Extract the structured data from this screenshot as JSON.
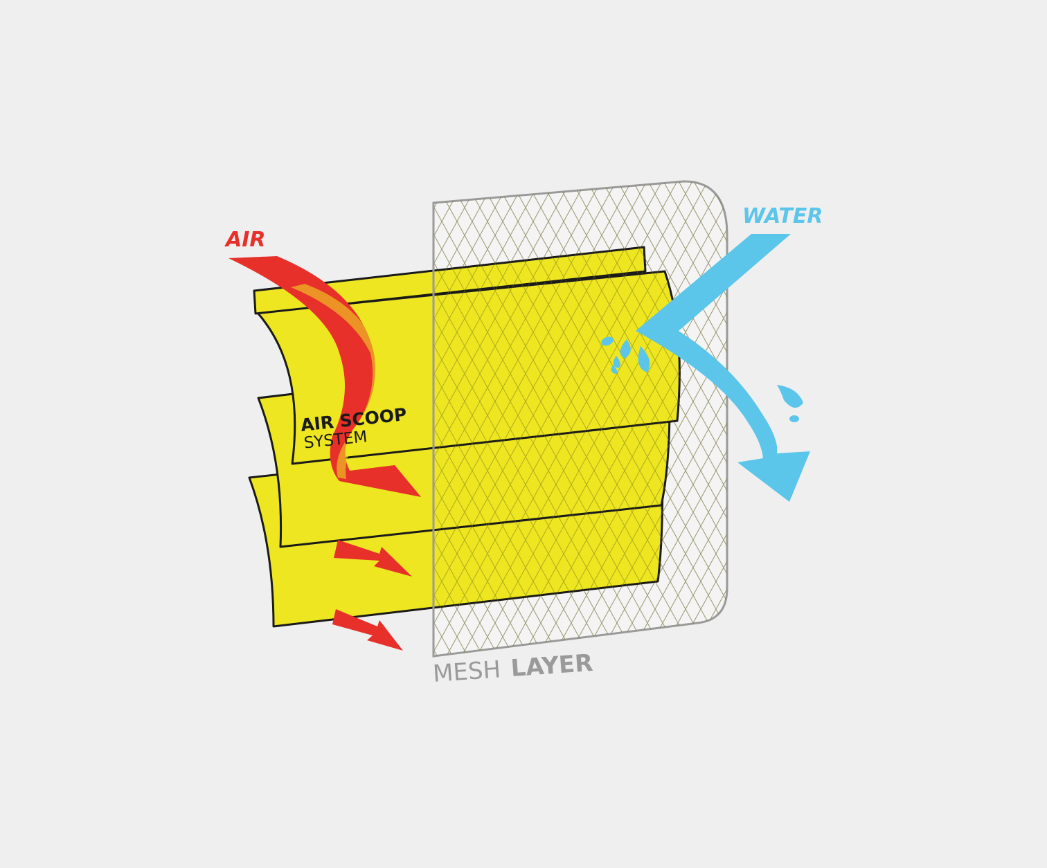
{
  "labels": {
    "air": "AIR",
    "water": "WATER",
    "scoop_line1": "AIR SCOOP",
    "scoop_line2": "SYSTEM",
    "mesh_light": "MESH",
    "mesh_bold": "LAYER"
  },
  "colors": {
    "background": "#efefef",
    "air": "#e8302a",
    "water": "#5bc5ea",
    "panel": "#ede621",
    "mesh": "#9a9a9a",
    "outline": "#1a1a1a"
  }
}
